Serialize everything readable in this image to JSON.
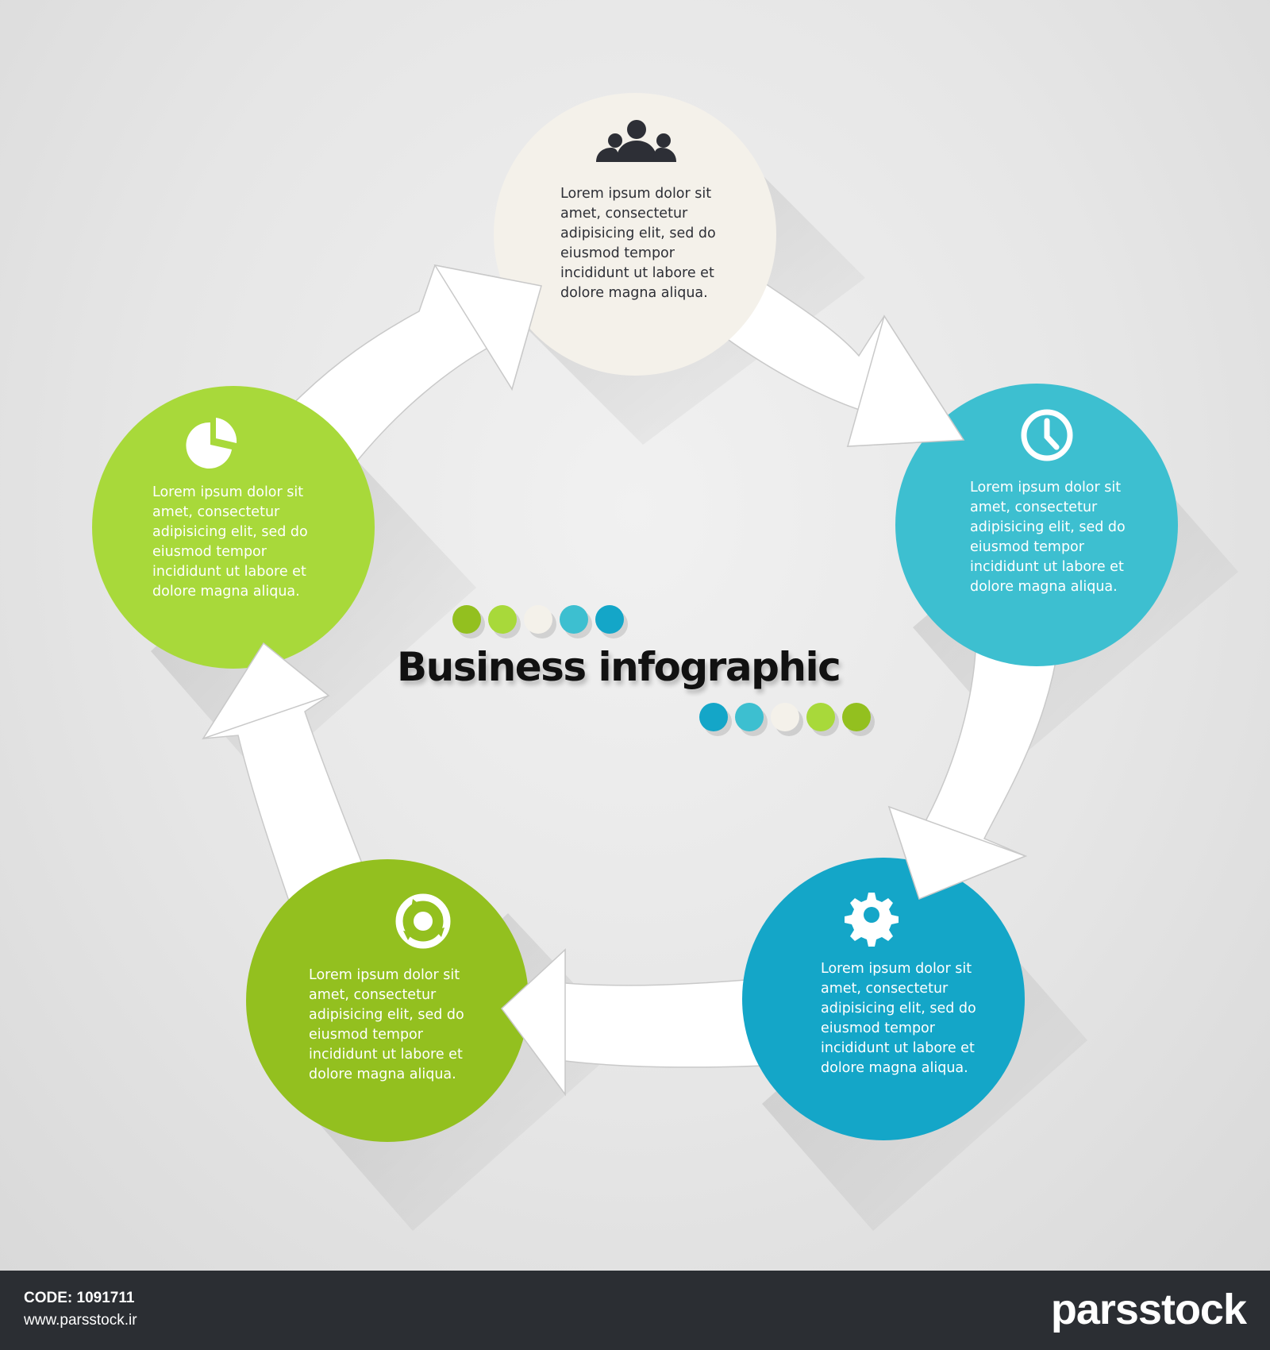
{
  "title": "Business infographic",
  "colors": {
    "lime": "#a8d93a",
    "green": "#93c01f",
    "cream": "#f4f1ea",
    "teal": "#3dbfd0",
    "blue": "#14a6c8",
    "arrow": "#ffffff",
    "text_dark": "#2d2f36"
  },
  "steps": [
    {
      "name": "team",
      "icon": "people-group-icon",
      "color": "#f4f1ea",
      "text": "Lorem ipsum dolor sit\namet, consectetur\nadipisicing elit, sed do\neiusmod tempor\nincididunt ut labore et\ndolore magna aliqua."
    },
    {
      "name": "time",
      "icon": "clock-icon",
      "color": "#3dbfd0",
      "text": "Lorem ipsum dolor sit\namet, consectetur\nadipisicing elit, sed do\neiusmod tempor\nincididunt ut labore et\ndolore magna aliqua."
    },
    {
      "name": "settings",
      "icon": "gear-icon",
      "color": "#14a6c8",
      "text": "Lorem ipsum dolor sit\namet, consectetur\nadipisicing elit, sed do\neiusmod tempor\nincididunt ut labore et\ndolore magna aliqua."
    },
    {
      "name": "cycle",
      "icon": "refresh-cycle-icon",
      "color": "#93c01f",
      "text": "Lorem ipsum dolor sit\namet, consectetur\nadipisicing elit, sed do\neiusmod tempor\nincididunt ut labore et\ndolore magna aliqua."
    },
    {
      "name": "analytics",
      "icon": "pie-chart-icon",
      "color": "#a8d93a",
      "text": "Lorem ipsum dolor sit\namet, consectetur\nadipisicing elit, sed do\neiusmod tempor\nincididunt ut labore et\ndolore magna aliqua."
    }
  ],
  "title_dots_top": [
    "#93c01f",
    "#a8d93a",
    "#f4f1ea",
    "#3dbfd0",
    "#14a6c8"
  ],
  "title_dots_bottom": [
    "#14a6c8",
    "#3dbfd0",
    "#f4f1ea",
    "#a8d93a",
    "#93c01f"
  ],
  "watermark": "parsstock",
  "footer": {
    "code": "CODE: 1091711",
    "url": "www.parsstock.ir",
    "brand": "parsstock"
  }
}
